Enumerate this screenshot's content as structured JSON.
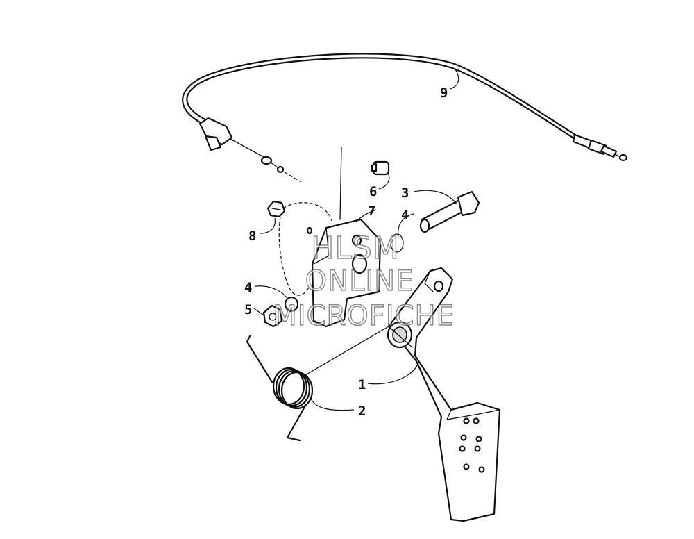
{
  "callouts": {
    "p1": "1",
    "p2": "2",
    "p3": "3",
    "p4a": "4",
    "p4b": "4",
    "p5": "5",
    "p6": "6",
    "p7": "7",
    "p8": "8",
    "p9": "9"
  },
  "watermark": {
    "line1": "HLSM",
    "line2": "ONLINE",
    "line3": "MICROFICHE"
  }
}
